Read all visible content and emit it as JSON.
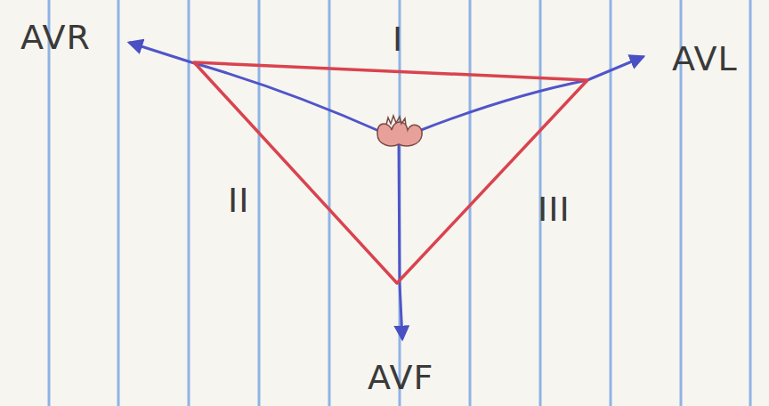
{
  "diagram": {
    "labels": [
      "AVR",
      "I",
      "AVL",
      "II",
      "III",
      "AVF"
    ]
  }
}
